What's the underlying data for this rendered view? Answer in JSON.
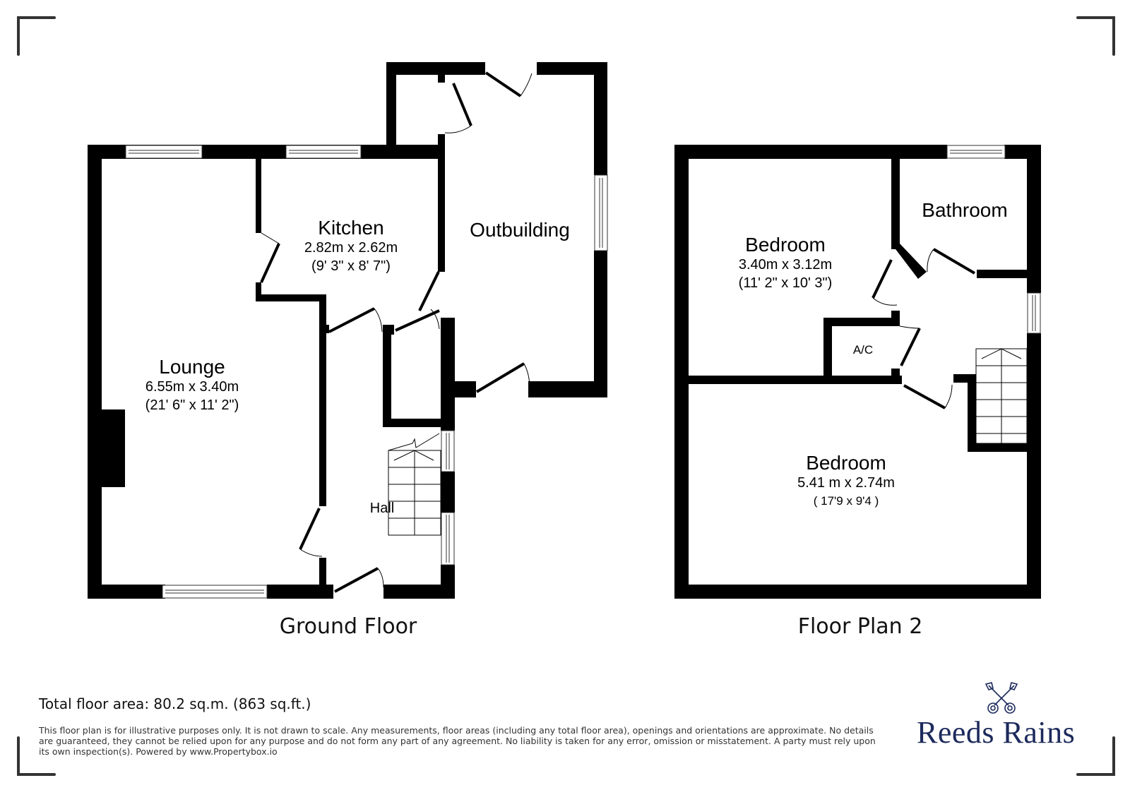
{
  "floors": [
    {
      "title": "Ground Floor",
      "rooms": [
        {
          "name": "Lounge",
          "dim_metric": "6.55m x 3.40m",
          "dim_imperial": "(21' 6\" x 11' 2\")"
        },
        {
          "name": "Kitchen",
          "dim_metric": "2.82m x 2.62m",
          "dim_imperial": "(9' 3\" x 8' 7\")"
        },
        {
          "name": "Outbuilding"
        },
        {
          "name": "Hall"
        }
      ]
    },
    {
      "title": "Floor Plan 2",
      "rooms": [
        {
          "name": "Bedroom",
          "dim_metric": "3.40m x 3.12m",
          "dim_imperial": "(11' 2\" x 10' 3\")"
        },
        {
          "name": "Bathroom"
        },
        {
          "name": "A/C"
        },
        {
          "name": "Bedroom",
          "dim_metric": "5.41 m x 2.74m",
          "dim_imperial": "( 17'9 x 9'4 )"
        }
      ]
    }
  ],
  "footer": {
    "total_area": "Total floor area: 80.2 sq.m. (863 sq.ft.)",
    "disclaimer": "This floor plan is for illustrative purposes only. It is not drawn to scale. Any measurements, floor areas (including any total floor area), openings and orientations are approximate. No details are guaranteed, they cannot be relied upon for any purpose and do not form any part of any agreement. No liability is taken for any error, omission or misstatement. A party must rely upon its own inspection(s). Powered by www.Propertybox.io"
  },
  "brand": {
    "name": "Reeds Rains",
    "logo_icon": "crossed-keys-icon",
    "color": "#1d2a5c"
  },
  "colors": {
    "wall": "#000000",
    "corner_marks": "#333333"
  }
}
